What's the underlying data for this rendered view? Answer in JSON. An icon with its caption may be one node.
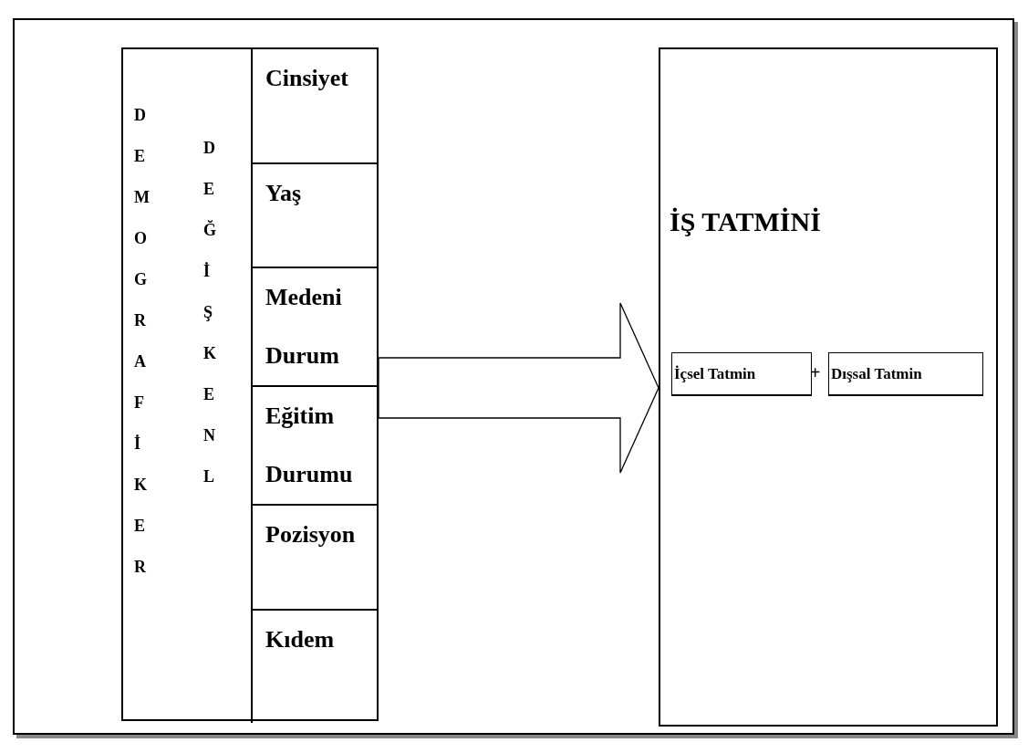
{
  "diagram": {
    "nodes": [
      {
        "text": [
          "DEMOGRAFİKER",
          "DEĞİŞKENL"
        ]
      },
      {
        "text": [
          "Cinsiyet"
        ],
        "in": 0
      },
      {
        "text": [
          "Yaş"
        ],
        "in": 0
      },
      {
        "text": [
          "Medeni Durum"
        ],
        "in": 0
      },
      {
        "text": [
          "Eğitim Durumu"
        ],
        "in": 0
      },
      {
        "text": [
          "Pozisyon"
        ],
        "in": 0
      },
      {
        "text": [
          "Kıdem"
        ],
        "in": 0
      },
      {
        "text": [
          "İŞ TATMİNİ"
        ]
      },
      {
        "text": [
          "İçsel Tatmin"
        ],
        "in": 7
      },
      {
        "text": [
          "Dışsal Tatmin"
        ],
        "in": 7
      }
    ],
    "edges": [
      {
        "from": 0,
        "to": 7,
        "arrow": "to",
        "style": "thick"
      }
    ],
    "labels": [
      "+"
    ]
  }
}
